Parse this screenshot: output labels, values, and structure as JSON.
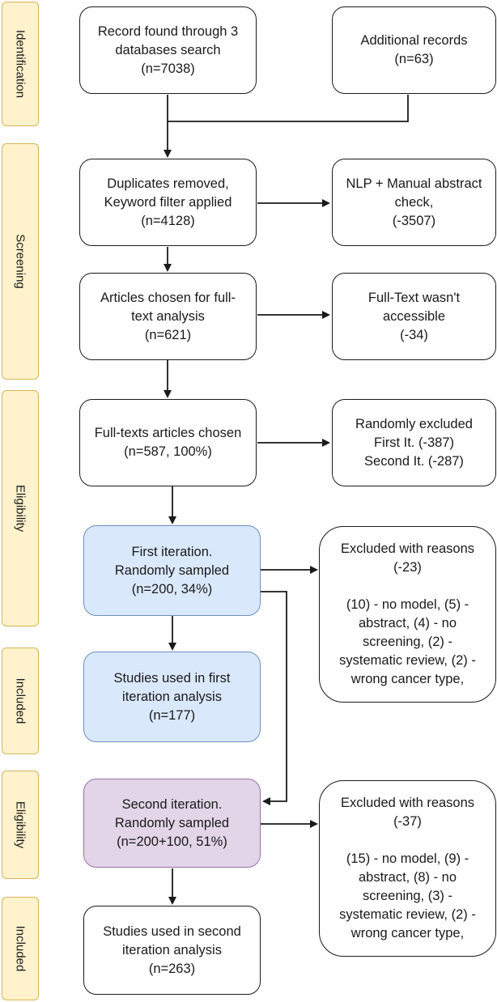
{
  "phases": {
    "identification": "Identification",
    "screening": "Screening",
    "eligibility_1": "Eligibility",
    "included_1": "Included",
    "eligibility_2": "Eligibility",
    "included_2": "Included"
  },
  "boxes": {
    "records_found": "Record found through 3\ndatabases search\n(n=7038)",
    "additional_records": "Additional records\n(n=63)",
    "duplicates_removed": "Duplicates removed,\nKeyword filter applied\n(n=4128)",
    "nlp_check": "NLP + Manual abstract\ncheck,\n(-3507)",
    "fulltext_chosen": "Articles chosen for full-\ntext analysis\n(n=621)",
    "fulltext_inaccessible": "Full-Text wasn't\naccessible\n(-34)",
    "fulltexts_articles": "Full-texts articles chosen\n(n=587, 100%)",
    "randomly_excluded": "Randomly excluded\nFirst It. (-387)\nSecond It. (-287)",
    "first_iteration": "First iteration.\nRandomly sampled\n(n=200, 34%)",
    "excluded_1": "Excluded with reasons\n(-23)\n\n(10) - no model, (5) -\nabstract, (4) - no\nscreening, (2) -\nsystematic review, (2) -\nwrong cancer type,",
    "studies_first": "Studies used in first\niteration analysis\n(n=177)",
    "second_iteration": "Second iteration.\nRandomly sampled\n(n=200+100, 51%)",
    "excluded_2": "Excluded with reasons\n(-37)\n\n(15) - no model, (9) -\nabstract, (8) - no\nscreening, (3) -\nsystematic review, (2) -\nwrong cancer type,",
    "studies_second": "Studies used in second\niteration analysis\n(n=263)"
  },
  "colors": {
    "phase_fill": "#fff2cc",
    "phase_border": "#d6b656",
    "blue_fill": "#dae8fc",
    "blue_border": "#6c8ebf",
    "purple_fill": "#e1d5e7",
    "purple_border": "#9673a6"
  }
}
